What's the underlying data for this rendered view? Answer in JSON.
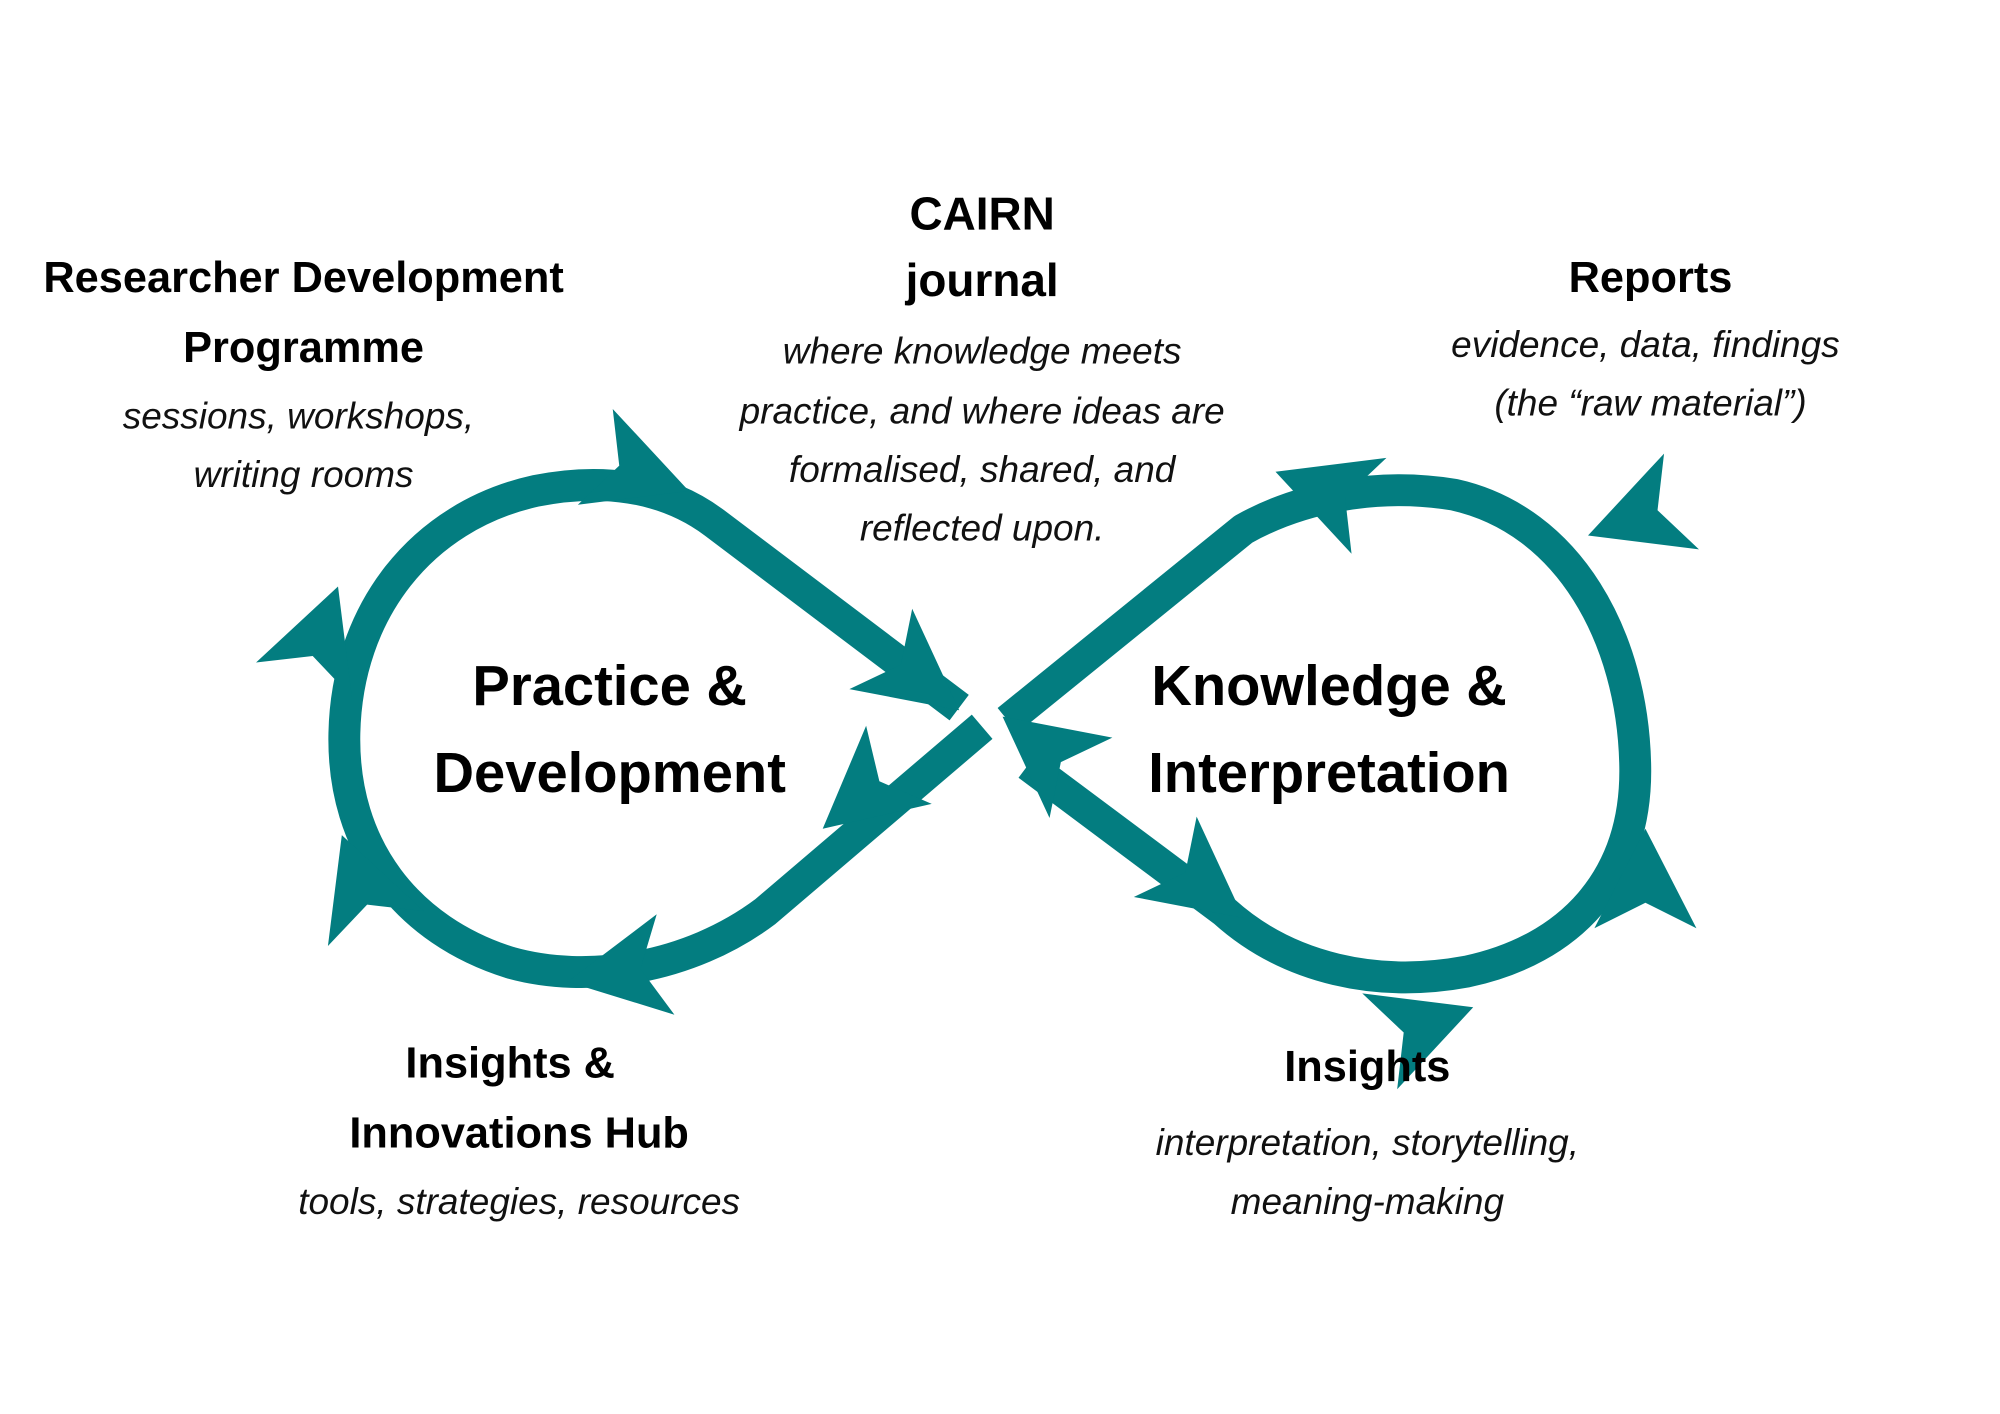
{
  "diagram": {
    "type": "infinity-cycle",
    "accent_color": "#037d80",
    "loops": {
      "left": {
        "title_lines": [
          "Practice &",
          "Development"
        ]
      },
      "right": {
        "title_lines": [
          "Knowledge &",
          "Interpretation"
        ]
      }
    },
    "nodes": {
      "researcher_dev": {
        "title_lines": [
          "Researcher Development",
          "Programme"
        ],
        "desc_lines": [
          "sessions, workshops,",
          "writing rooms"
        ]
      },
      "cairn": {
        "title_lines": [
          "CAIRN",
          "journal"
        ],
        "desc_lines": [
          "where knowledge meets",
          "practice, and where ideas are",
          "formalised, shared, and",
          "reflected upon."
        ]
      },
      "reports": {
        "title_lines": [
          "Reports"
        ],
        "desc_lines": [
          "evidence, data, findings",
          "(the “raw material”)"
        ]
      },
      "insights_hub": {
        "title_lines": [
          "Insights &",
          "Innovations Hub"
        ],
        "desc_lines": [
          "tools, strategies, resources"
        ]
      },
      "insights": {
        "title_lines": [
          "Insights"
        ],
        "desc_lines": [
          "interpretation, storytelling,",
          "meaning-making"
        ]
      }
    },
    "icons": {
      "arrow": "arrowhead-icon"
    }
  }
}
